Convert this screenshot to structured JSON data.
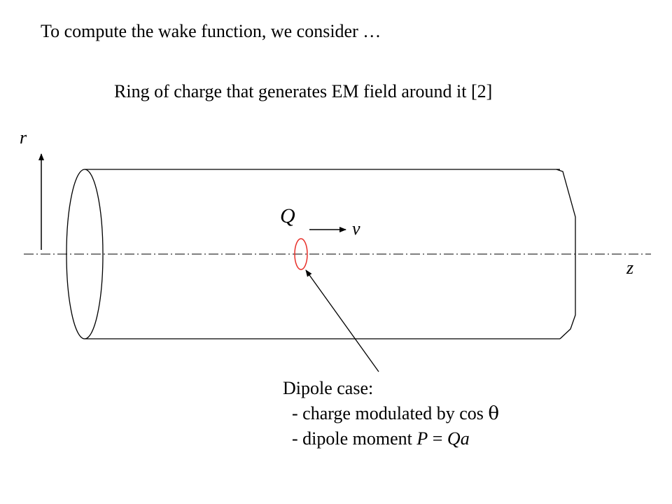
{
  "heading": "To compute the wake function, we consider …",
  "subheading": "Ring of charge that generates EM field around it [2]",
  "labels": {
    "r": "r",
    "z": "z",
    "Q": "Q",
    "v": "v"
  },
  "note": {
    "title": "Dipole case:",
    "line1_prefix": "- charge modulated by cos ",
    "line1_symbol": "θ",
    "line2_prefix": "- dipole moment ",
    "line2_P": "P",
    "line2_eq": " = ",
    "line2_Qa": "Qa"
  },
  "colors": {
    "ring": "#e8302a",
    "lines": "#000000"
  }
}
